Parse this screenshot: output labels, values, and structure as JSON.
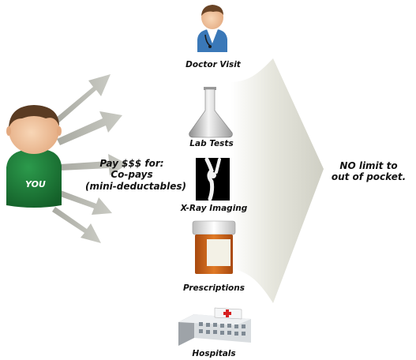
{
  "person": {
    "label": "YOU"
  },
  "payment": {
    "lines": [
      "Pay $$$ for:",
      "Co-pays",
      "(mini-deductables)"
    ]
  },
  "services": [
    {
      "label": "Doctor Visit",
      "icon": "doctor-icon"
    },
    {
      "label": "Lab Tests",
      "icon": "flask-icon"
    },
    {
      "label": "X-Ray Imaging",
      "icon": "xray-icon"
    },
    {
      "label": "Prescriptions",
      "icon": "pill-bottle-icon"
    },
    {
      "label": "Hospitals",
      "icon": "hospital-icon"
    }
  ],
  "result": {
    "lines": [
      "NO limit to",
      "out of pocket."
    ]
  },
  "colors": {
    "shirt": "#1e7a3a",
    "skin": "#f2c7a2",
    "hair": "#5a3b22",
    "arrow": "#b9bab3",
    "funnel": "#d6d6cc",
    "pill_bottle": "#d86f1e",
    "doctor_coat": "#3a78b8",
    "hospital_cross": "#d62020"
  }
}
